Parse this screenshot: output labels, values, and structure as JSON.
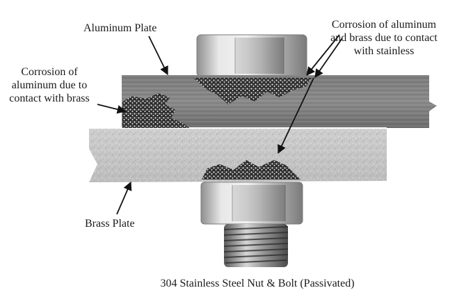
{
  "labels": {
    "aluminum_plate": "Aluminum Plate",
    "corrosion_stainless": [
      "Corrosion of aluminum",
      "and brass due to contact",
      "with stainless"
    ],
    "corrosion_brass": [
      "Corrosion of",
      "aluminum due to",
      "contact with brass"
    ],
    "brass_plate": "Brass Plate",
    "caption": "304 Stainless Steel Nut & Bolt (Passivated)"
  }
}
